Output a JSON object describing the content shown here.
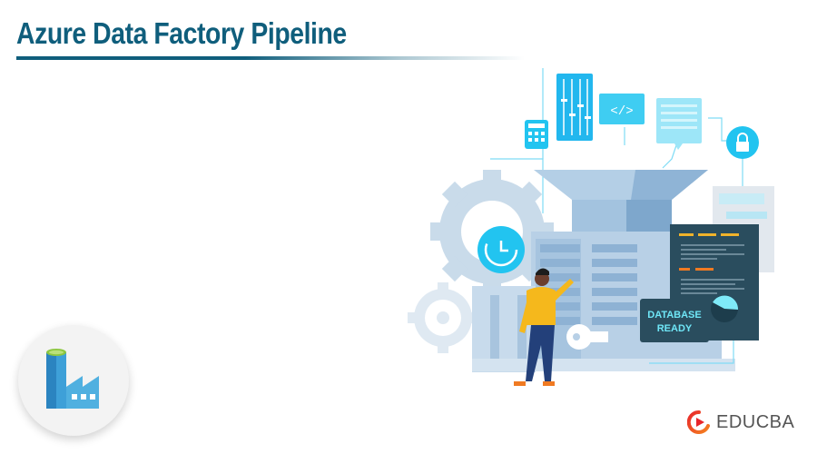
{
  "header": {
    "title": "Azure Data Factory Pipeline"
  },
  "illustration": {
    "database_badge": [
      "DATABASE",
      "READY"
    ],
    "icons": [
      "calculator-icon",
      "sliders-icon",
      "code-icon",
      "binary-document-icon",
      "lock-icon",
      "clock-icon",
      "gear-icon",
      "key-icon",
      "pie-chart-icon"
    ]
  },
  "logo": {
    "name": "azure-data-factory-logo"
  },
  "brand": {
    "name": "EDUCBA"
  },
  "colors": {
    "title": "#0f5e7c",
    "cyan_accent": "#22c4f0",
    "machine_blue": "#9dbfdc",
    "person_shirt": "#f5b81c",
    "brand_red": "#e8262b"
  }
}
